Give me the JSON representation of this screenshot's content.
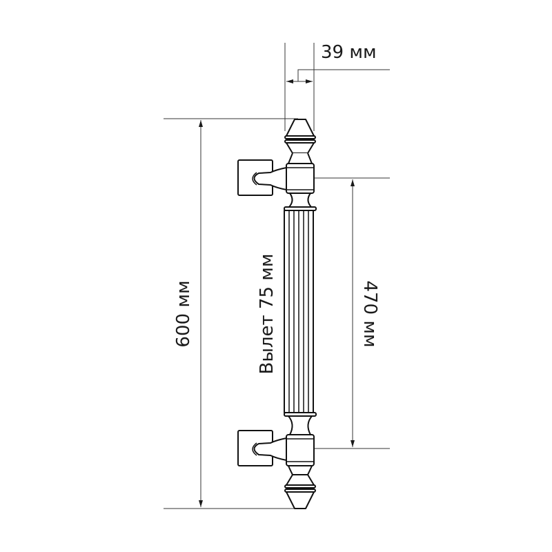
{
  "title": "Door pull handle dimension drawing",
  "dimensions": {
    "overall_length": "600 мм",
    "center_to_center": "470 мм",
    "diameter": "39 мм",
    "projection": "Вылет 75 мм"
  },
  "colors": {
    "line": "#1a1a1a",
    "background": "#ffffff"
  }
}
